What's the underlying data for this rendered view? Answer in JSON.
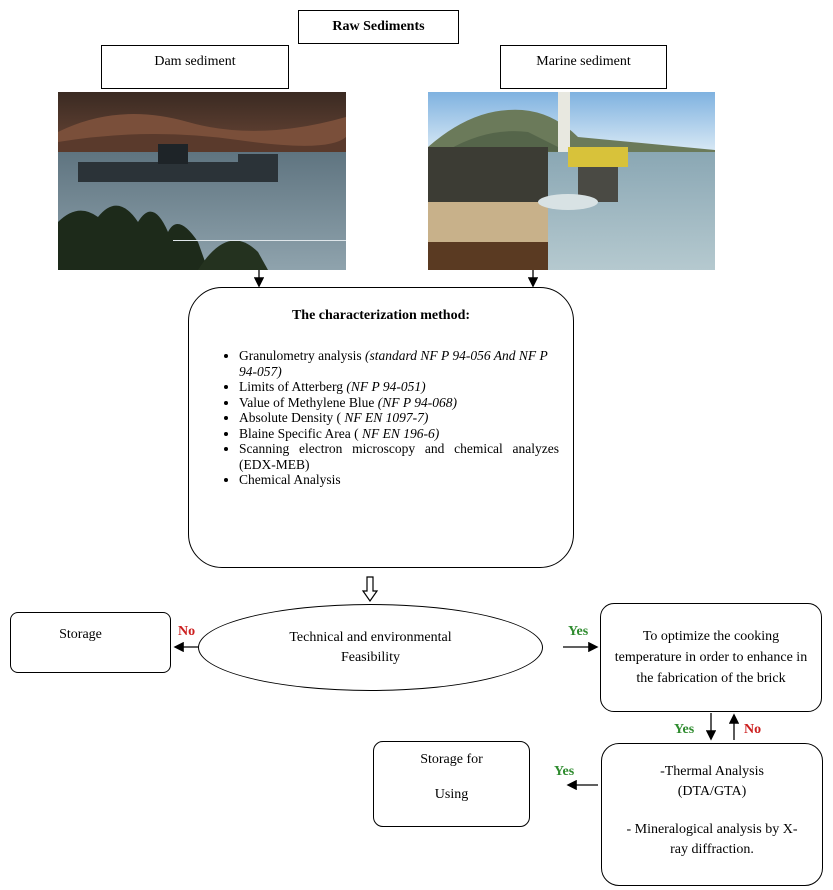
{
  "top": {
    "title": "Raw Sediments"
  },
  "sources": [
    {
      "label": "Dam sediment"
    },
    {
      "label": "Marine sediment"
    }
  ],
  "characterization": {
    "title": "The characterization method:",
    "items": [
      {
        "text": "Granulometry analysis ",
        "std": "(standard NF P 94-056 And NF P 94-057)"
      },
      {
        "text": "Limits of Atterberg ",
        "std": "(NF P 94-051)"
      },
      {
        "text": "Value of Methylene Blue ",
        "std": "(NF P 94-068)"
      },
      {
        "text": "Absolute Density ( ",
        "std": "NF EN 1097-7)"
      },
      {
        "text": "Blaine Specific Area ( ",
        "std": "NF EN 196-6)"
      },
      {
        "text": "Scanning electron microscopy and chemical analyzes (EDX-MEB)",
        "std": ""
      },
      {
        "text": "Chemical Analysis",
        "std": ""
      }
    ]
  },
  "decision": {
    "text": "Technical and environmental Feasibility"
  },
  "storage": {
    "text": "Storage"
  },
  "optimize": {
    "text": "To optimize the cooking temperature in order to enhance in the fabrication of the brick"
  },
  "analysis": {
    "line1": "-Thermal Analysis (DTA/GTA)",
    "line2": "- Mineralogical analysis by X-ray diffraction."
  },
  "storage_using": {
    "line1": "Storage for",
    "line2": "Using"
  },
  "edge_labels": {
    "no_left": "No",
    "yes_right": "Yes",
    "yes_down": "Yes",
    "no_up": "No",
    "yes_left": "Yes"
  },
  "colors": {
    "yes": "#2e8b2e",
    "no": "#cc1f1f"
  }
}
